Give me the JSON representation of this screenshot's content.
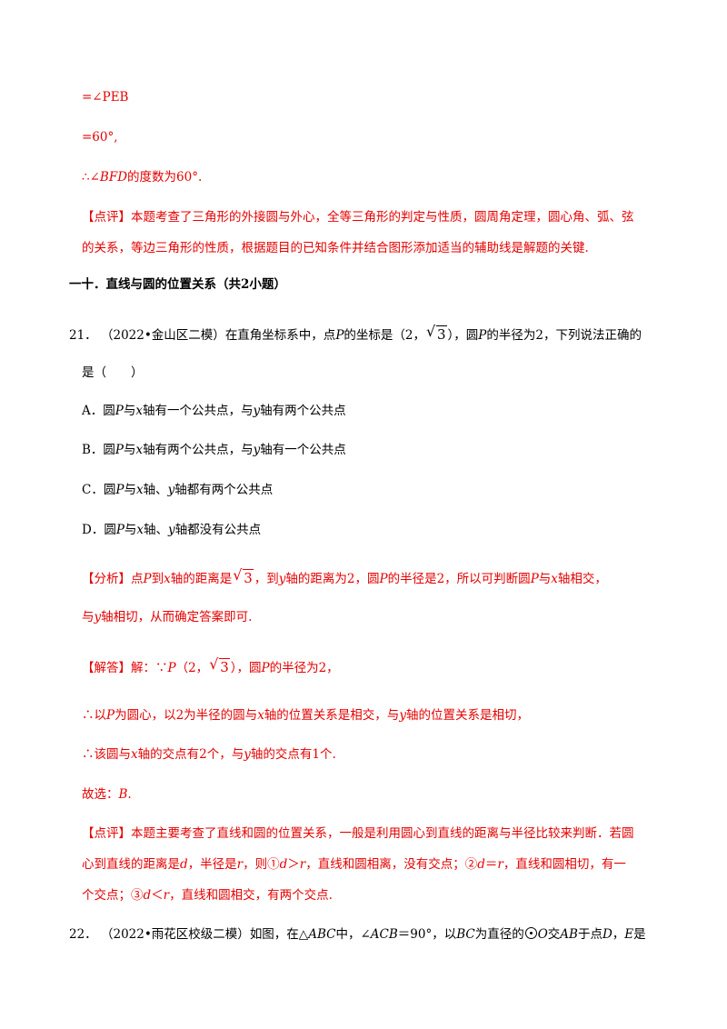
{
  "lines": {
    "l1": "=∠PEB",
    "l2": "=60°,",
    "l3_pre": "∴∠",
    "l3_var": "BFD",
    "l3_post": "的度数为60°.",
    "l4_tag": "【点评】",
    "l4_text": "本题考查了三角形的外接圆与外心，全等三角形的判定与性质，圆周角定理，圆心角、弧、弦",
    "l5": "的关系，等边三角形的性质，根据题目的已知条件并结合图形添加适当的辅助线是解题的关键."
  },
  "section": {
    "title": "一十．直线与圆的位置关系（共2小题）"
  },
  "q21": {
    "num": "21．",
    "source": "（2022•金山区二模）",
    "stem_a": "在直角坐标系中，点",
    "P": "P",
    "stem_b": "的坐标是（2，",
    "sqrt_arg": "3",
    "stem_c": "），圆",
    "stem_d": "的半径为2，下列说法正确的",
    "stem_line2": "是（　　）",
    "options": [
      {
        "label": "A．圆",
        "pre": "与",
        "x": "x",
        "mid": "轴有一个公共点，与",
        "y": "y",
        "post": "轴有两个公共点"
      },
      {
        "label": "B．圆",
        "pre": "与",
        "x": "x",
        "mid": "轴有两个公共点，与",
        "y": "y",
        "post": "轴有一个公共点"
      },
      {
        "label": "C．圆",
        "pre": "与",
        "x": "x",
        "mid": "轴、",
        "y": "y",
        "post": "轴都有两个公共点"
      },
      {
        "label": "D．圆",
        "pre": "与",
        "x": "x",
        "mid": "轴、",
        "y": "y",
        "post": "轴都没有公共点"
      }
    ],
    "analysis": {
      "tag": "【分析】",
      "a1": "点",
      "a2": "到",
      "a3": "轴的距离是",
      "a4": "，到",
      "a5": "轴的距离为2，圆",
      "a6": "的半径是2，所以可判断圆",
      "a7": "与",
      "a8": "轴相交，",
      "line2_a": "与",
      "line2_b": "轴相切，从而确定答案即可."
    },
    "solution": {
      "tag": "【解答】",
      "s1": "解：∵",
      "s2": "（2，",
      "s3": "），圆",
      "s4": "的半径为2，",
      "l2_a": "∴以",
      "l2_b": "为圆心，以2为半径的圆与",
      "l2_c": "轴的位置关系是相交，与",
      "l2_d": "轴的位置关系是相切，",
      "l3_a": "∴该圆与",
      "l3_b": "轴的交点有2个，与",
      "l3_c": "轴的交点有1个.",
      "l4_a": "故选：",
      "l4_b": "B",
      "l4_c": "."
    },
    "comment": {
      "tag": "【点评】",
      "c1": "本题主要考查了直线和圆的位置关系，一般是利用圆心到直线的距离与半径比较来判断．若圆",
      "c2a": "心到直线的距离是",
      "d": "d",
      "c2b": "，半径是",
      "r": "r",
      "c2c": "，则",
      "n1": "①",
      "c2d": "＞",
      "c2e": "，直线和圆相离，没有交点；",
      "n2": "②",
      "c2f": "＝",
      "c2g": "，直线和圆相切，有一",
      "c3a": "个交点；",
      "n3": "③",
      "c3b": "＜",
      "c3c": "，直线和圆相交，有两个交点."
    }
  },
  "q22": {
    "num": "22．",
    "source": "（2022•雨花区校级二模）",
    "t1": "如图，在△",
    "ABC": "ABC",
    "t2": "中，∠",
    "ACB": "ACB",
    "t3": "＝90°，以",
    "BC": "BC",
    "t4": "为直径的",
    "O": "O",
    "t5": "交",
    "AB": "AB",
    "t6": "于点",
    "D": "D",
    "t7": "，",
    "E": "E",
    "t8": "是"
  }
}
